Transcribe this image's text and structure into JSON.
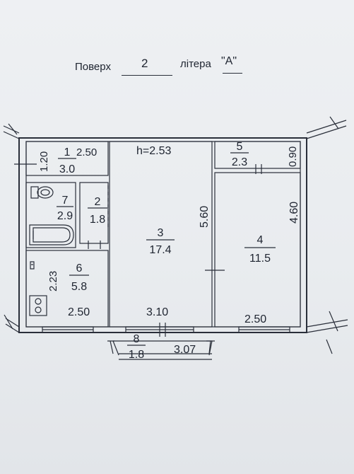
{
  "header": {
    "floor_label": "Поверх",
    "floor_value": "2",
    "letter_label": "літера",
    "letter_value": "\"А\""
  },
  "ceiling_height": "h=2.53",
  "rooms": [
    {
      "number": "1",
      "area": "3.0",
      "dim_a": "1.20",
      "dim_b": "2.50"
    },
    {
      "number": "2",
      "area": "1.8"
    },
    {
      "number": "3",
      "area": "17.4",
      "dim_a": "5.60",
      "dim_b": "3.10"
    },
    {
      "number": "4",
      "area": "11.5",
      "dim_a": "4.60",
      "dim_b": "2.50"
    },
    {
      "number": "5",
      "area": "2.3",
      "dim_a": "0.90"
    },
    {
      "number": "6",
      "area": "5.8",
      "dim_a": "2.23",
      "dim_b": "2.50"
    },
    {
      "number": "7",
      "area": "2.9"
    },
    {
      "number": "8",
      "area": "1.8",
      "dim_a": "3.07"
    }
  ]
}
